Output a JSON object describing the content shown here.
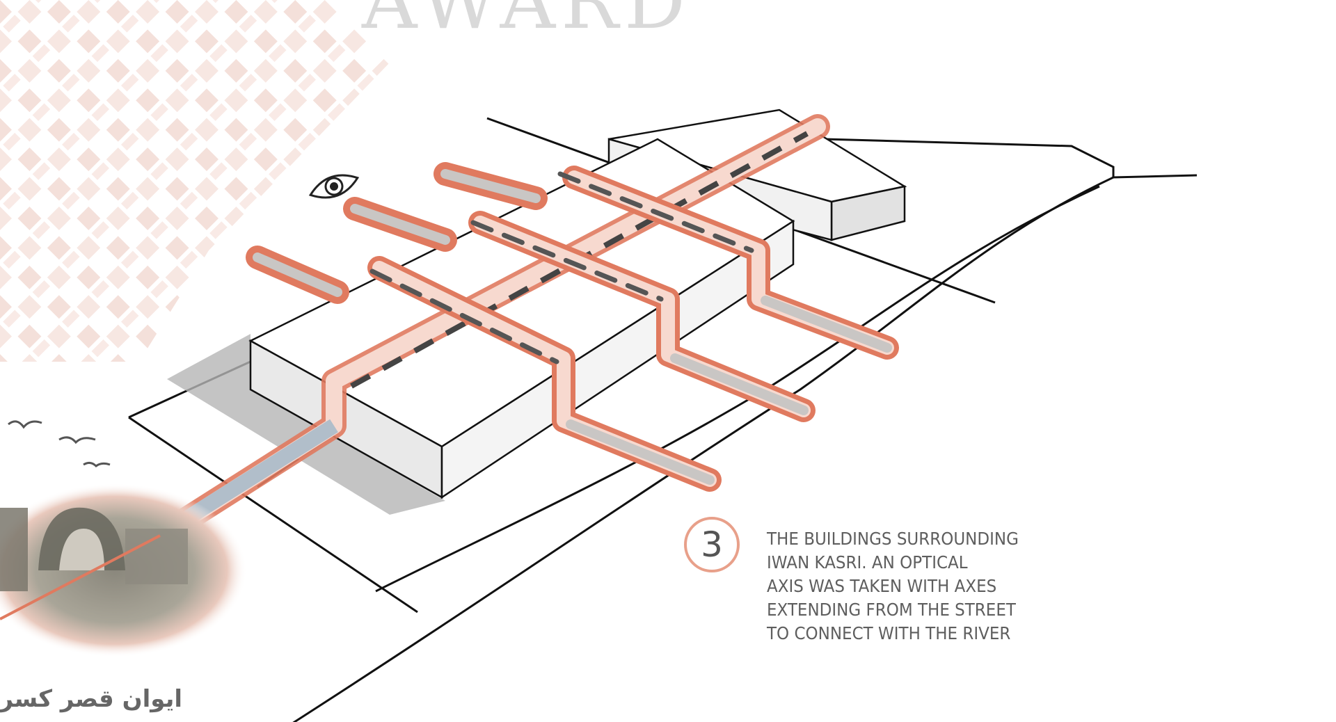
{
  "watermark": "AWARD",
  "step_number": "3",
  "caption_lines": [
    "THE BUILDINGS SURROUNDING",
    "IWAN KASRI. AN OPTICAL",
    "AXIS WAS TAKEN WITH AXES",
    "EXTENDING FROM THE STREET",
    "TO CONNECT WITH THE RIVER"
  ],
  "photo_label": "ايوان قصر كسرى",
  "colors": {
    "axis_red": "#e07a5f",
    "axis_fill": "#f7d9cf",
    "circle_border": "#e8a08a",
    "pattern": "#f3dcd6",
    "text": "#5e5e5e"
  },
  "icons": [
    "eye-icon",
    "bird-icon"
  ]
}
